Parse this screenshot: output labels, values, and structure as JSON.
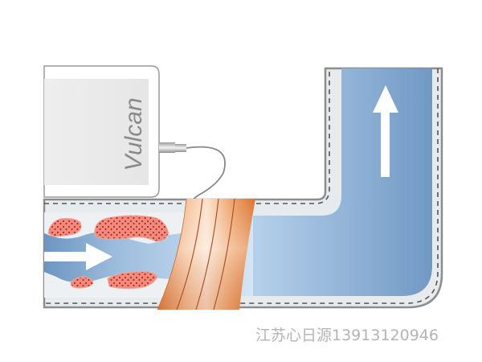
{
  "diagram": {
    "device": {
      "label": "Vulcan"
    },
    "flow_direction": {
      "horizontal": "right",
      "vertical": "up"
    },
    "colors": {
      "pipe_wall": "#e9ecef",
      "pipe_outline": "#9a9a9a",
      "water_dark": "#6f99c4",
      "water_light": "#cfe1f3",
      "scale_deposit": "#ee7b6e",
      "coil": "#e8915a"
    }
  },
  "watermark": {
    "text": "江苏心日源13913120946"
  }
}
